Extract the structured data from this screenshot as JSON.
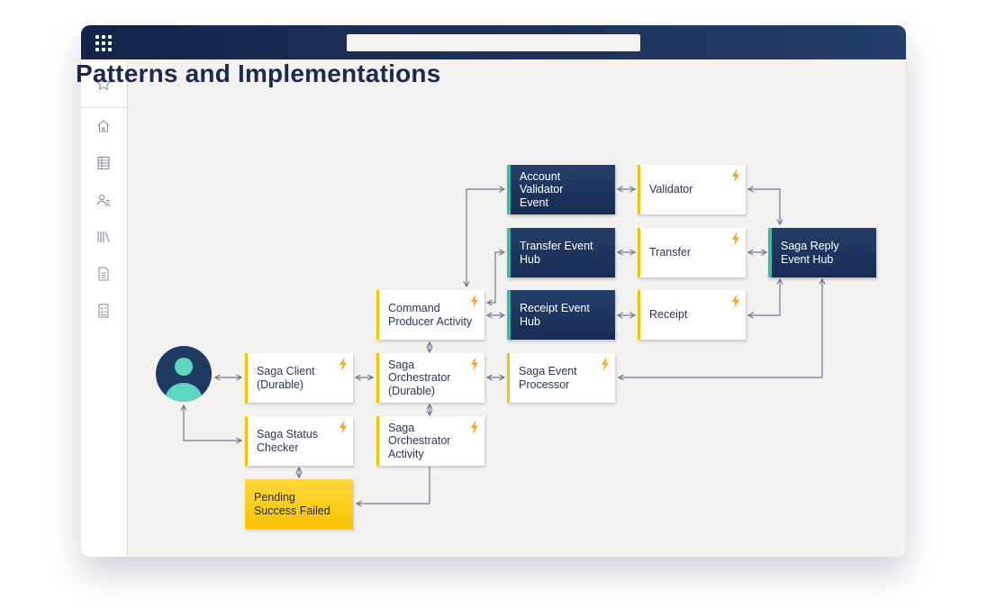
{
  "page": {
    "title": "Patterns and Implementations"
  },
  "sidebar": {
    "icons": [
      "star-icon",
      "home-icon",
      "table-icon",
      "users-icon",
      "library-icon",
      "document-icon",
      "report-icon"
    ]
  },
  "colors": {
    "titlebar": "#1b2f56",
    "dark_node": "#1c345e",
    "accent_teal": "#3fb8ae",
    "accent_yellow": "#f5c400",
    "bolt": "#f5a623",
    "arrow": "#6e7893",
    "avatar_body": "#5fd6c2"
  },
  "diagram": {
    "nodes": {
      "account_validator_event": "Account\nValidator\nEvent",
      "validator": "Validator",
      "transfer_event_hub": "Transfer Event\nHub",
      "transfer": "Transfer",
      "saga_reply_event_hub": "Saga Reply\nEvent Hub",
      "command_producer_activity": "Command\nProducer Activity",
      "receipt_event_hub": "Receipt Event\nHub",
      "receipt": "Receipt",
      "saga_client": "Saga Client\n(Durable)",
      "saga_orchestrator": "Saga\nOrchestrator\n(Durable)",
      "saga_event_processor": "Saga Event\nProcessor",
      "saga_status_checker": "Saga Status\nChecker",
      "saga_orchestrator_activity": "Saga\nOrchestrator\nActivity",
      "status_pending": "Pending\nSuccess Failed"
    }
  }
}
